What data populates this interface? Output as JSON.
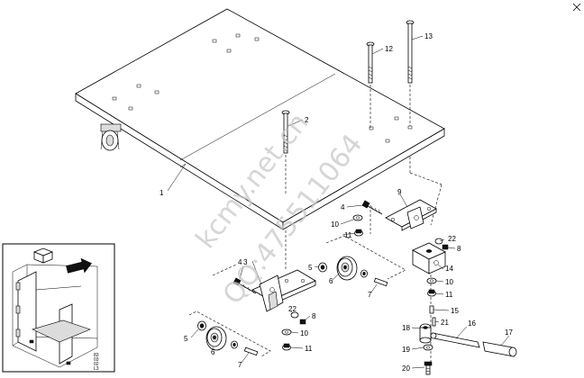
{
  "watermark": {
    "line1": "kcmy.net.cn",
    "line2": "QQ:475511064"
  },
  "callouts": [
    "1",
    "2",
    "3",
    "4",
    "5",
    "6",
    "7",
    "8",
    "9",
    "10",
    "11",
    "12",
    "13",
    "14",
    "15",
    "16",
    "17",
    "18",
    "19",
    "20",
    "21",
    "22"
  ],
  "inset_text": [
    "83",
    "03",
    "02",
    "L3"
  ]
}
